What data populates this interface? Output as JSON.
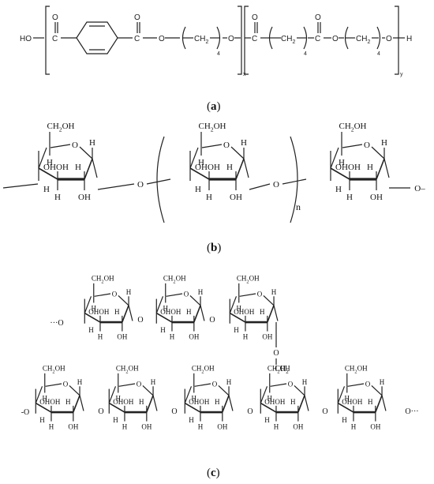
{
  "panel_a": {
    "label": "(a)",
    "ho": "HO",
    "carbonyl_c": "C",
    "carbonyl_o": "O",
    "oxygen": "O",
    "ch2": "CH2",
    "sub_4": "4",
    "sub_x": "x",
    "sub_y": "y",
    "terminal_h": "H"
  },
  "panel_b": {
    "label": "(b)",
    "ch2oh": "CH2OH",
    "h": "H",
    "oh": "OH",
    "ring_o": "O",
    "link_o": "O",
    "repeat_n": "n",
    "terminal_bond": "O–"
  },
  "panel_c": {
    "label": "(c)",
    "ch2oh": "CH2OH",
    "h": "H",
    "oh": "OH",
    "ring_o": "O",
    "link_o": "O",
    "ch2_branch": "CH2",
    "left_end_top": "···O",
    "left_end_bottom": "-O",
    "right_end_bottom": "O···"
  }
}
